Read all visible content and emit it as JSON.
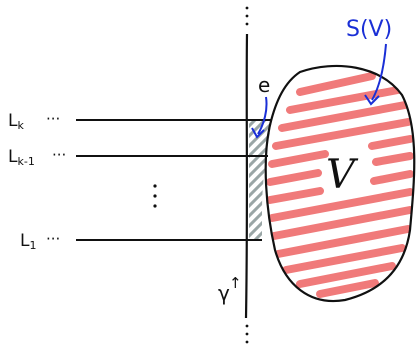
{
  "colors": {
    "ink": "#111111",
    "hatch_red": "#f07a7a",
    "hatch_gray": "#9aa6a6",
    "annotation_blue": "#1a2fd6"
  },
  "labels": {
    "line_k": "L",
    "line_k_sub": "k",
    "line_k_minus_1": "L",
    "line_k_minus_1_sub": "k-1",
    "line_1": "L",
    "line_1_sub": "1",
    "trailing_dots": "···",
    "vertical_dots": "⋮",
    "edge": "e",
    "region": "V",
    "boundary": "S(V)",
    "curve": "γ",
    "curve_arrow": "↑"
  }
}
